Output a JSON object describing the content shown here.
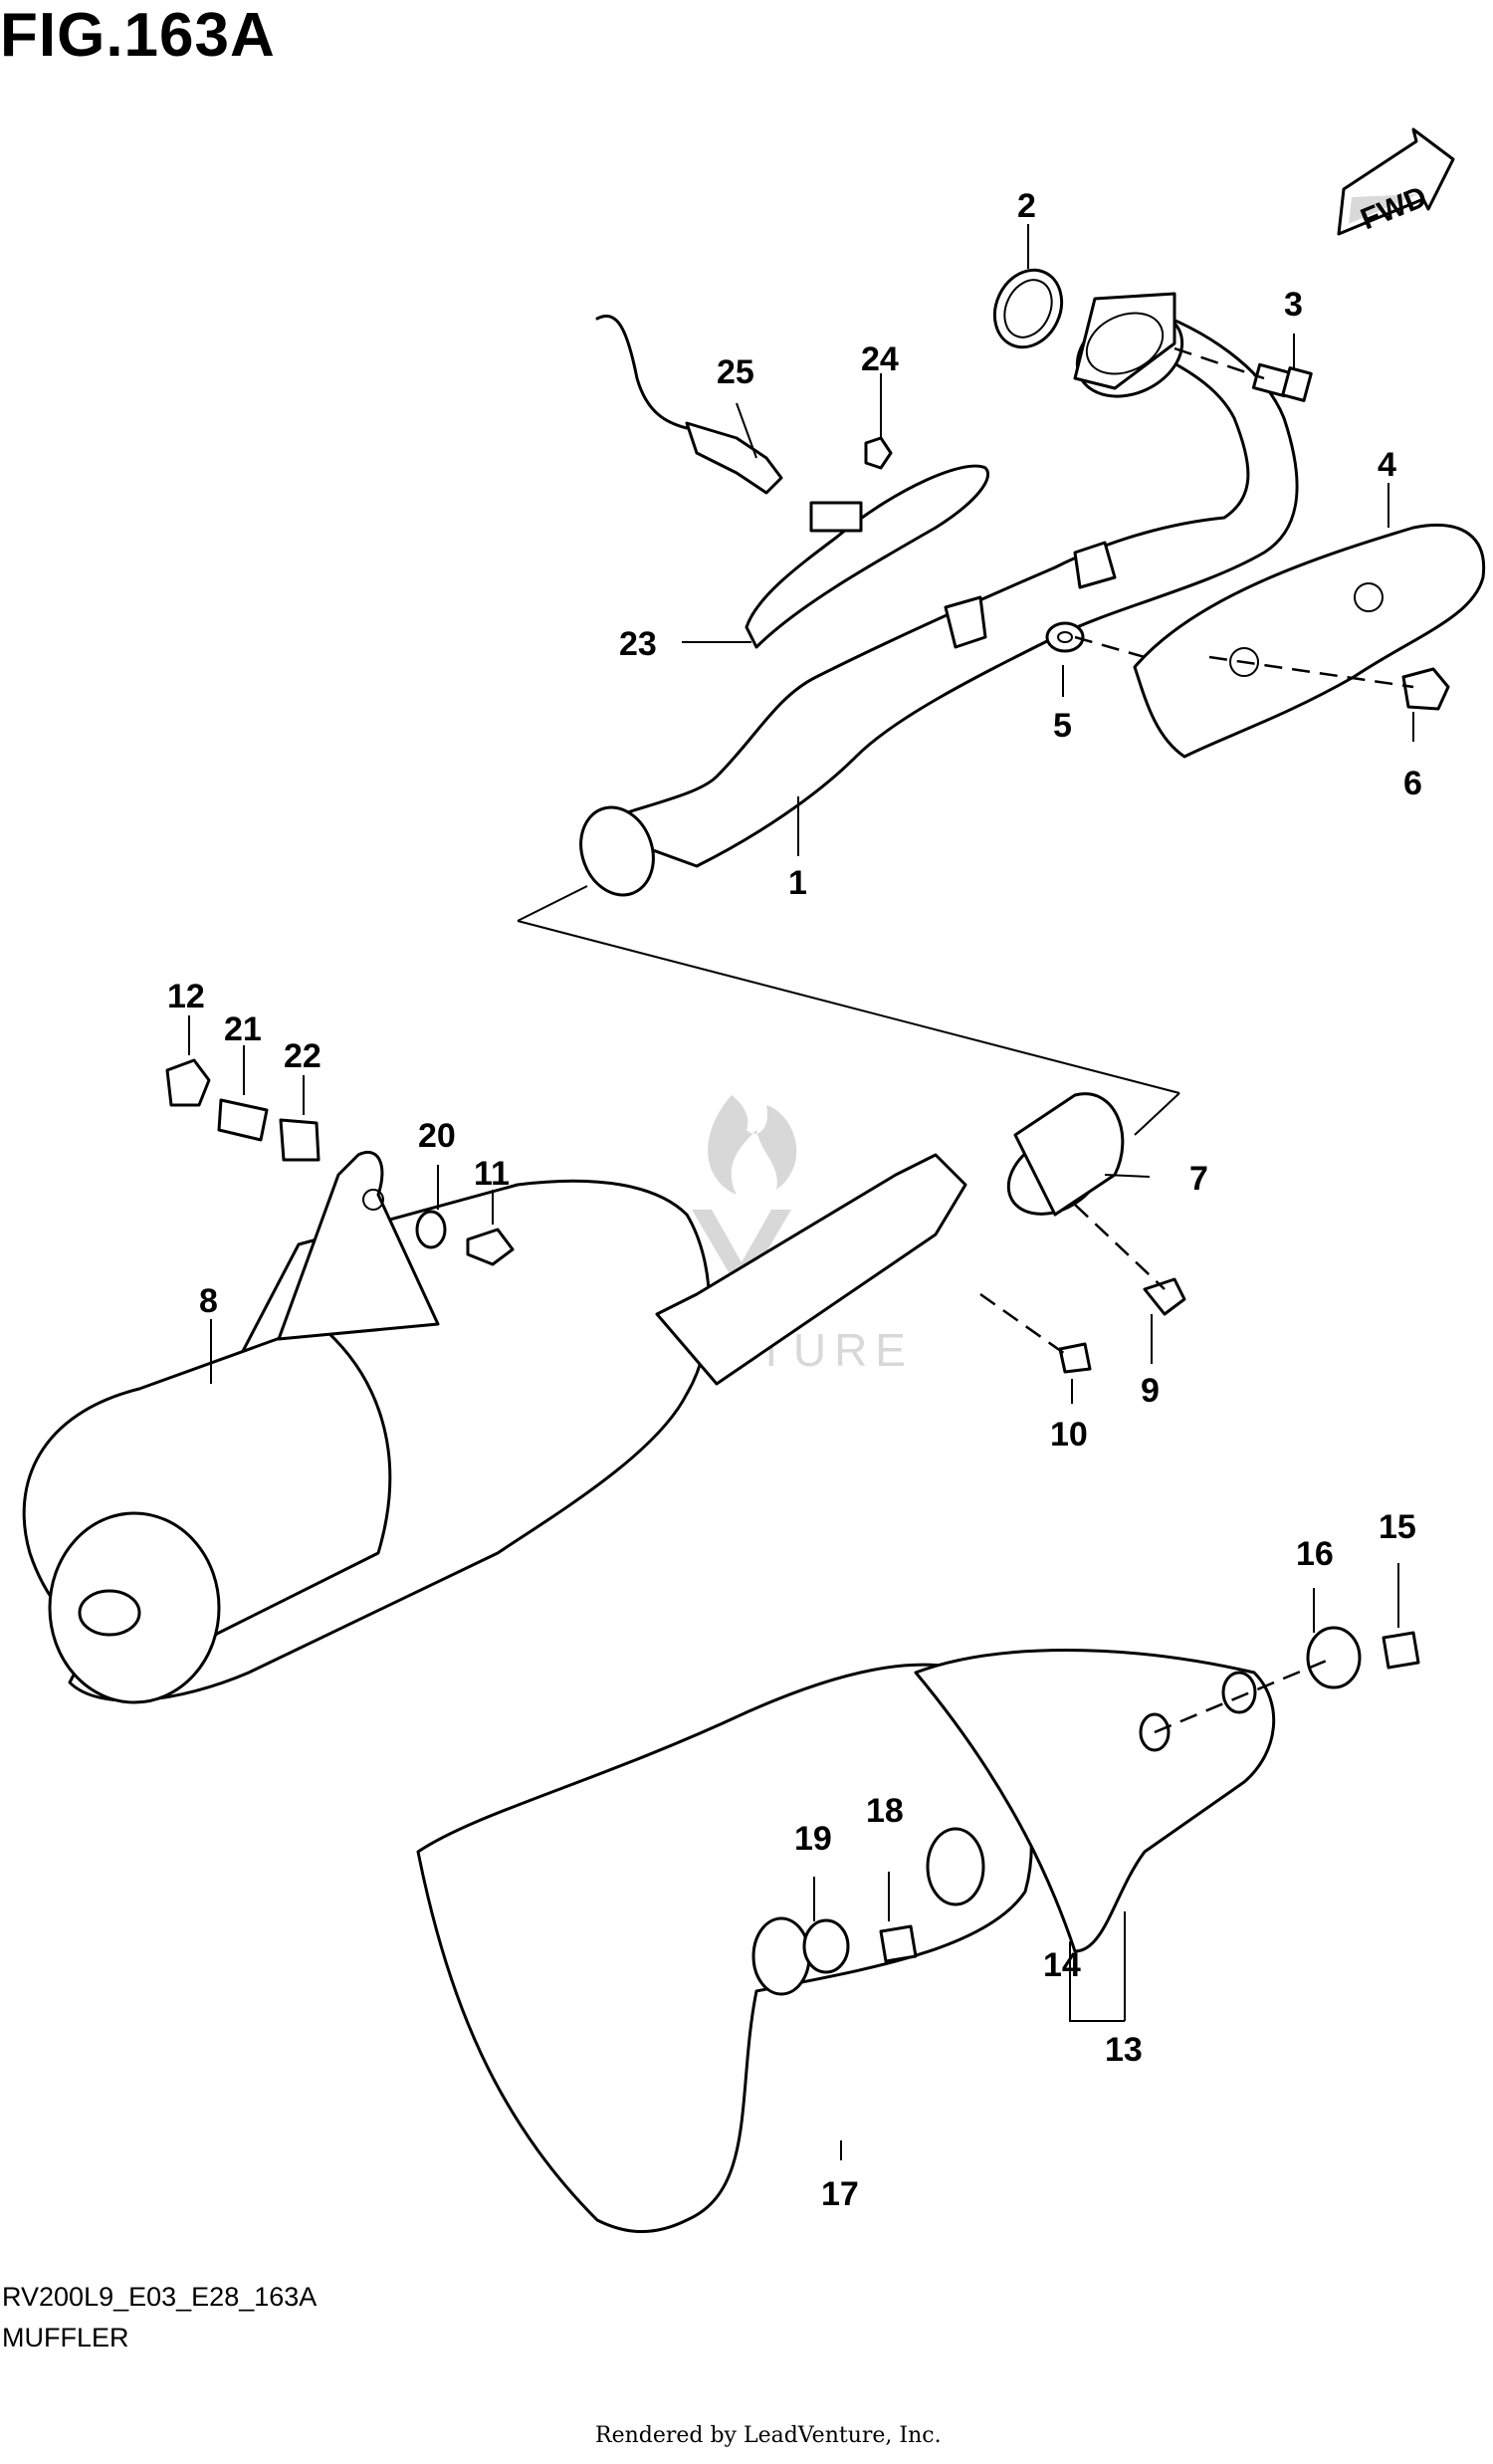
{
  "figure": {
    "title": "FIG.163A",
    "code": "RV200L9_E03_E28_163A",
    "name": "MUFFLER",
    "fwd_label": "FWD",
    "footer": "Rendered by LeadVenture, Inc.",
    "watermark": "LEADVENTURE"
  },
  "callouts": [
    "1",
    "2",
    "3",
    "4",
    "5",
    "6",
    "7",
    "8",
    "9",
    "10",
    "11",
    "12",
    "13",
    "14",
    "15",
    "16",
    "17",
    "18",
    "19",
    "20",
    "21",
    "22",
    "23",
    "24",
    "25"
  ]
}
